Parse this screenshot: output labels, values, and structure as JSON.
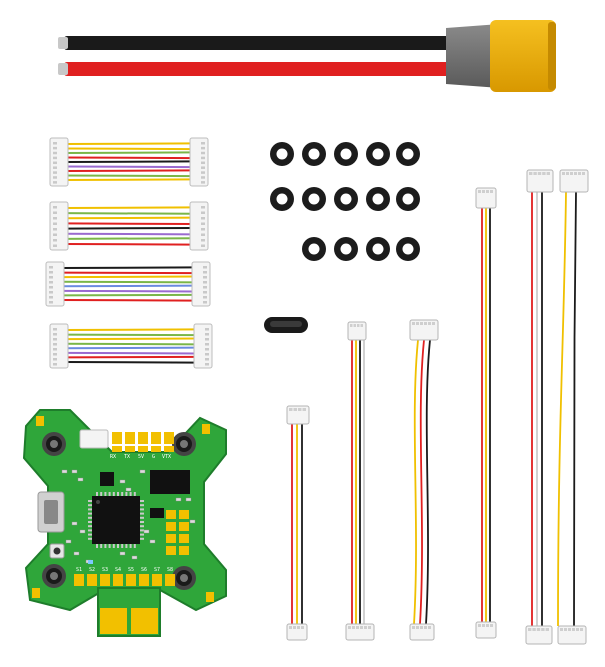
{
  "image": {
    "background": "#ffffff",
    "subject": "flight-controller-kit-contents",
    "colors": {
      "pcb_green": "#2fa63a",
      "pcb_dark_green": "#1e7d2b",
      "gold_pad": "#f2c000",
      "xt60_yellow": "#e8a900",
      "red_wire": "#e02020",
      "black_wire": "#1a1a1a",
      "connector_white": "#f4f4f4",
      "chip_black": "#111111",
      "silkscreen": "#ffffff"
    },
    "board_silkscreen": [
      "S1",
      "S2",
      "S3",
      "S4",
      "S5",
      "S6",
      "S7",
      "S8",
      "RX",
      "TX",
      "5V",
      "G",
      "VTX"
    ],
    "washer_count": 14,
    "cable_count": 10
  }
}
